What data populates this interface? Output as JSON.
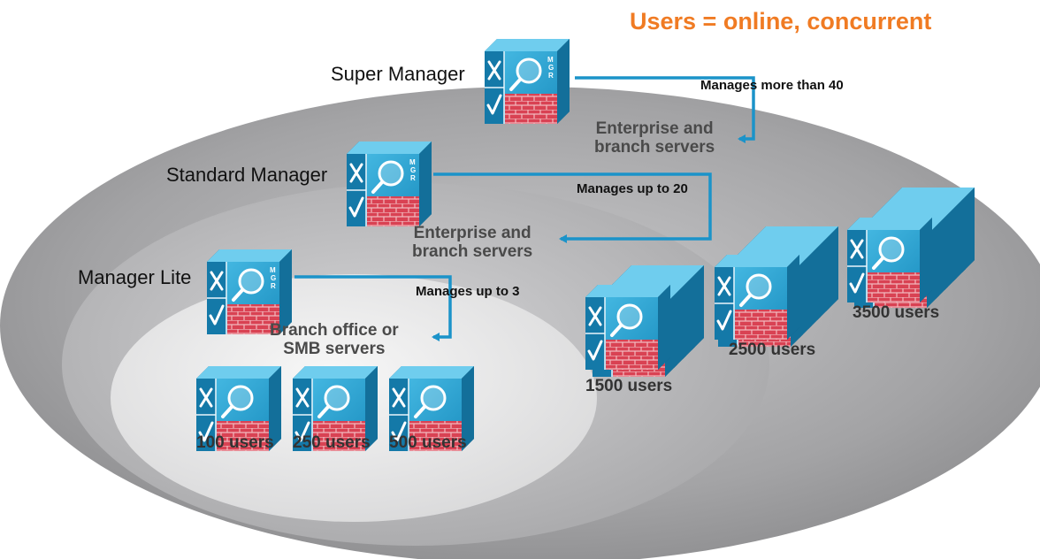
{
  "title": "Users = online, concurrent",
  "managers": {
    "super": {
      "name": "Super Manager",
      "manages": "Manages more than 40",
      "servers": [
        "Enterprise and",
        "branch servers"
      ]
    },
    "standard": {
      "name": "Standard Manager",
      "manages": "Manages up to 20",
      "servers": [
        "Enterprise and",
        "branch servers"
      ]
    },
    "lite": {
      "name": "Manager Lite",
      "manages": "Manages up to 3",
      "servers": [
        "Branch office or",
        "SMB servers"
      ]
    }
  },
  "appliance_icon": {
    "check_mark": "X",
    "tick": "✓",
    "badge": "MGR",
    "icons": [
      "magnifier-icon",
      "firewall-brick-icon"
    ]
  },
  "capacities": [
    "100 users",
    "250 users",
    "500 users",
    "1500 users",
    "2500 users",
    "3500 users"
  ],
  "colors": {
    "title": "#f07b23",
    "arrow": "#1b93c9",
    "icon_face": "#29a8d8",
    "icon_dark": "#0e5f86",
    "icon_brick": "#d94253",
    "outer_ring": "#9a9a9c",
    "middle_ring": "#b4b4b6",
    "inner_ring": "#e6e6e7"
  }
}
